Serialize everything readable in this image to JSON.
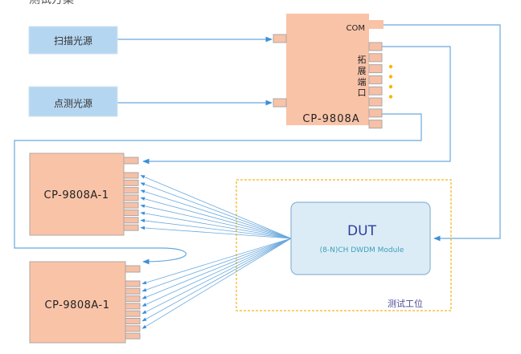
{
  "title_fragment": "测试方案",
  "sources": {
    "scan": "扫描光源",
    "point": "点测光源"
  },
  "main_switch": {
    "label": "CP-9808A",
    "com_label": "COM",
    "expansion_label": [
      "拓",
      "展",
      "端",
      "口"
    ],
    "ellipsis_dots": 4
  },
  "sub_switches": [
    {
      "label": "CP-9808A-1",
      "ports": 8
    },
    {
      "label": "CP-9808A-1",
      "ports": 8
    }
  ],
  "dut": {
    "title": "DUT",
    "subtitle": "(8-N)CH DWDM Module"
  },
  "test_station": {
    "label": "测试工位"
  },
  "colors": {
    "source_fill": "#b5d6f0",
    "switch_fill": "#f9c3a8",
    "port_fill": "#f7c0a6",
    "port_stroke": "#a8a8a8",
    "line": "#6aa9dd",
    "arrow": "#3d8fd8",
    "dut_fill": "#dcecf7",
    "dut_stroke": "#8eb4d6",
    "dut_title": "#2e3e9a",
    "dut_subtitle": "#3aa0b8",
    "station_border": "#f5c242",
    "station_label": "#4a4a9a",
    "dots": "#f5b800"
  }
}
